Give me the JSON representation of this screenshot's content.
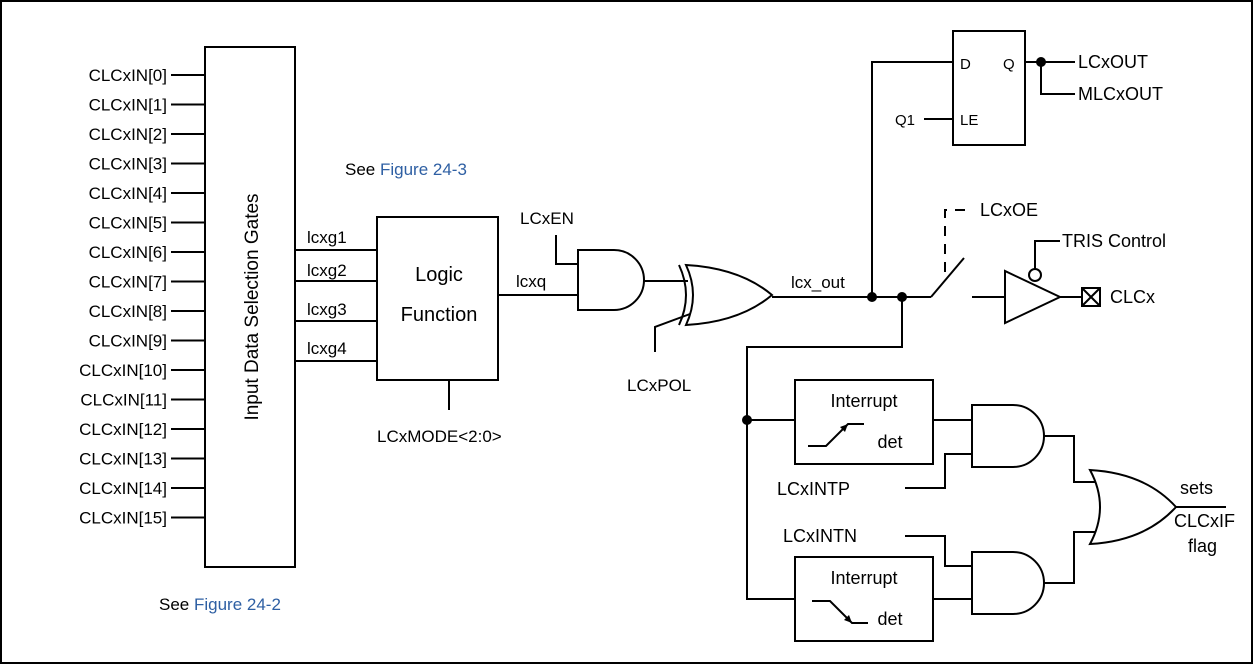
{
  "inputs": [
    "CLCxIN[0]",
    "CLCxIN[1]",
    "CLCxIN[2]",
    "CLCxIN[3]",
    "CLCxIN[4]",
    "CLCxIN[5]",
    "CLCxIN[6]",
    "CLCxIN[7]",
    "CLCxIN[8]",
    "CLCxIN[9]",
    "CLCxIN[10]",
    "CLCxIN[11]",
    "CLCxIN[12]",
    "CLCxIN[13]",
    "CLCxIN[14]",
    "CLCxIN[15]"
  ],
  "selection_block": "Input Data Selection Gates",
  "gates": [
    "lcxg1",
    "lcxg2",
    "lcxg3",
    "lcxg4"
  ],
  "logic_function": {
    "line1": "Logic",
    "line2": "Function"
  },
  "lcxq": "lcxq",
  "lcxmode": "LCxMODE<2:0>",
  "see_fig_3": {
    "prefix": "See ",
    "link": "Figure 24-3"
  },
  "see_fig_2": {
    "prefix": "See ",
    "link": "Figure 24-2"
  },
  "lcxen": "LCxEN",
  "lcxpol": "LCxPOL",
  "lcx_out": "lcx_out",
  "latch": {
    "d": "D",
    "q": "Q",
    "le": "LE",
    "q1": "Q1"
  },
  "lcxout": "LCxOUT",
  "mlcxout": "MLCxOUT",
  "lcxoe": "LCxOE",
  "tris_control": "TRIS Control",
  "clcx": "CLCx",
  "interrupt_rise": {
    "line1": "Interrupt",
    "line2": "det"
  },
  "interrupt_fall": {
    "line1": "Interrupt",
    "line2": "det"
  },
  "lcxintp": "LCxINTP",
  "lcxintn": "LCxINTN",
  "output_flag": {
    "line1": "sets",
    "line2": "CLCxIF",
    "line3": "flag"
  },
  "colors": {
    "link": "#2e5fa3",
    "line": "#000000"
  }
}
